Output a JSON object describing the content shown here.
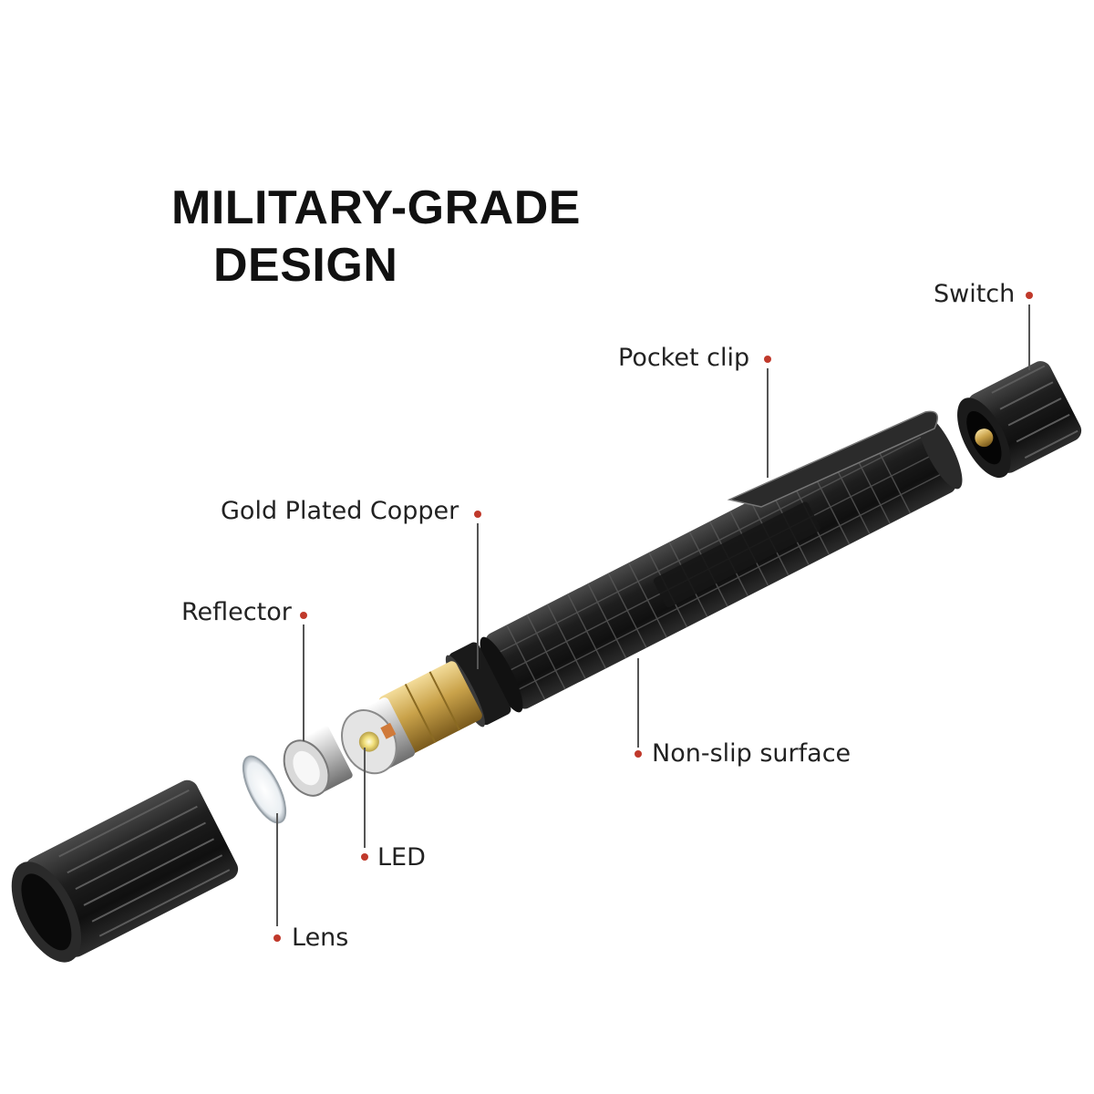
{
  "title": {
    "line1": "MILITARY-GRADE",
    "line2": "DESIGN"
  },
  "callouts": {
    "switch": "Switch",
    "pocket_clip": "Pocket clip",
    "gold_plated_copper": "Gold Plated Copper",
    "reflector": "Reflector",
    "non_slip_surface": "Non-slip surface",
    "led": "LED",
    "lens": "Lens"
  },
  "colors": {
    "accent_dot": "#c0392b",
    "leader_line": "#555555",
    "text": "#222222",
    "body": "#1c1c1c",
    "gold": "#c9a24a"
  },
  "icons": {
    "product": "exploded-flashlight-illustration"
  }
}
